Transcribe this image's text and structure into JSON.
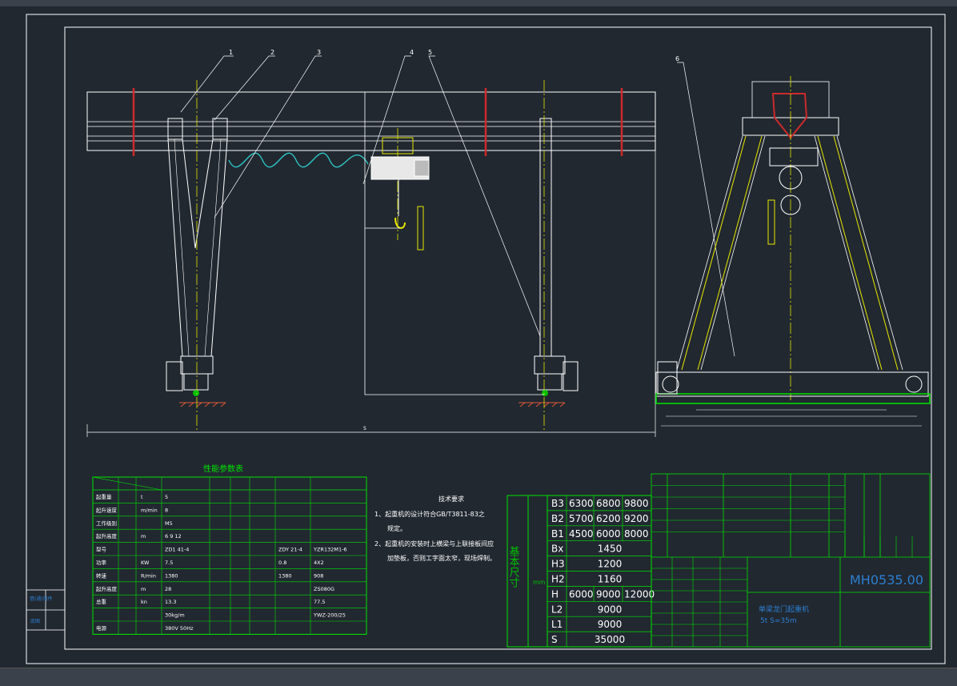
{
  "colors": {
    "background": "#212830",
    "frame": "#ffffff",
    "table_lines": "#00e400",
    "text": "#ffffff",
    "centerline": "#e8e800",
    "hook": "#e8e800",
    "rail": "#cc2a2a",
    "cable": "#2ec4c4",
    "hatch": "#e05a3a",
    "title_block_text": "#2d7fd0"
  },
  "drawing": {
    "title": "MH0535.00",
    "balloons": [
      "1",
      "2",
      "3",
      "4",
      "5",
      "6"
    ],
    "span_label": "S",
    "machine_name": "单梁龙门起重机",
    "machine_spec": "5t  S=35m"
  },
  "perf_table": {
    "title": "性能参数表",
    "rows": [
      [
        "起重量",
        "t",
        "5",
        "",
        "",
        "",
        "",
        ""
      ],
      [
        "起升速度",
        "m/min",
        "8",
        "",
        "",
        "",
        "",
        ""
      ],
      [
        "工作级别",
        "",
        "M5",
        "",
        "",
        "",
        "",
        ""
      ],
      [
        "起升高度",
        "m",
        "6 9 12",
        "",
        "",
        "",
        "",
        ""
      ],
      [
        "型号",
        "",
        "ZD1 41-4",
        "",
        "",
        "ZDY 21-4",
        "YZR132M1-6",
        ""
      ],
      [
        "功率",
        "KW",
        "7.5",
        "",
        "",
        "0.8",
        "4X2",
        ""
      ],
      [
        "转速",
        "R/min",
        "1380",
        "",
        "",
        "1380",
        "908",
        ""
      ],
      [
        "起升高度",
        "m",
        "28",
        "",
        "",
        "",
        "ZS080G",
        ""
      ],
      [
        "总重",
        "kn",
        "13.3",
        "",
        "",
        "",
        "77.5",
        ""
      ],
      [
        "",
        "",
        "30kg/m",
        "",
        "",
        "",
        "YWZ-200/25",
        ""
      ],
      [
        "电源",
        "",
        "380V 50Hz",
        "",
        "",
        "",
        "",
        ""
      ]
    ]
  },
  "tech_req": {
    "title": "技术要求",
    "lines": [
      "1、起重机的设计符合GB/T3811-83之",
      "规定。",
      "2、起重机的安装时上横梁与上联接板间应",
      "加垫板，否则工字面太窄，现场焊制。"
    ]
  },
  "dims": {
    "header": "基本尺寸",
    "unit": "mm",
    "rows": [
      {
        "label": "B3",
        "values": [
          "6300",
          "6800",
          "9800"
        ]
      },
      {
        "label": "B2",
        "values": [
          "5700",
          "6200",
          "9200"
        ]
      },
      {
        "label": "B1",
        "values": [
          "4500",
          "6000",
          "8000"
        ]
      },
      {
        "label": "Bx",
        "values": [
          "1450"
        ]
      },
      {
        "label": "H3",
        "values": [
          "1200"
        ]
      },
      {
        "label": "H2",
        "values": [
          "1160"
        ]
      },
      {
        "label": "H",
        "values": [
          "6000",
          "9000",
          "12000"
        ]
      },
      {
        "label": "L2",
        "values": [
          "9000"
        ]
      },
      {
        "label": "L1",
        "values": [
          "9000"
        ]
      },
      {
        "label": "S",
        "values": [
          "35000"
        ]
      }
    ]
  },
  "side_labels": [
    "借(通)用件",
    "底图"
  ]
}
